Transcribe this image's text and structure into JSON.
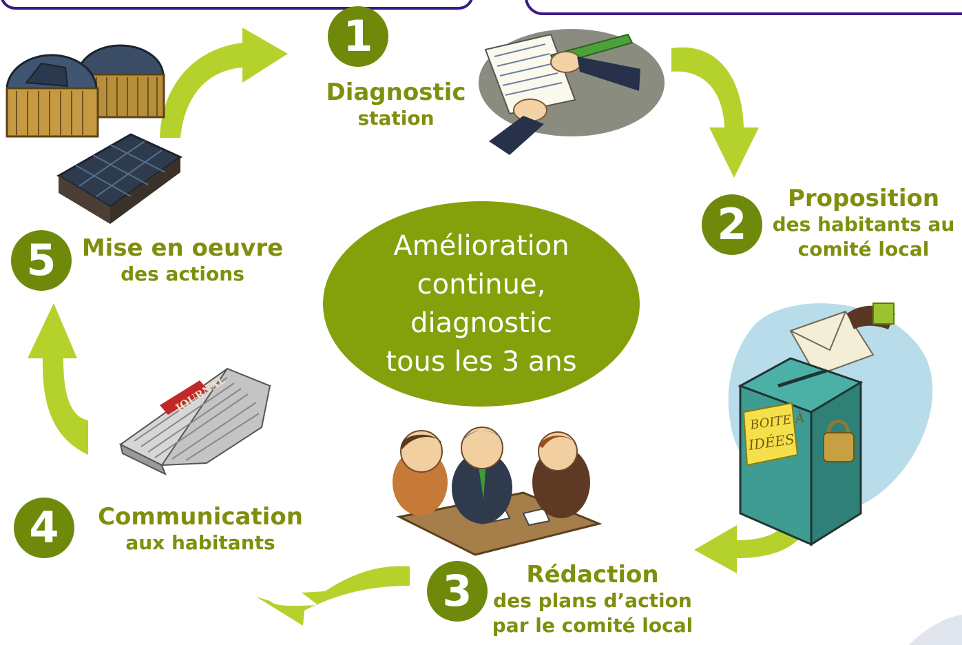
{
  "colors": {
    "accent": "#84a10c",
    "number_circle": "#6f8a0a",
    "arrow": "#b5d22c",
    "frame": "#3a1a86",
    "text": "#7f8f0c"
  },
  "center": {
    "lines": [
      "Amélioration",
      "continue,",
      "diagnostic",
      "tous les 3 ans"
    ]
  },
  "steps": [
    {
      "number": "1",
      "title": "Diagnostic",
      "subtitle": "station"
    },
    {
      "number": "2",
      "title": "Proposition",
      "subtitle_line1": "des habitants au",
      "subtitle_line2": "comité local"
    },
    {
      "number": "3",
      "title": "Rédaction",
      "subtitle_line1": "des plans d’action",
      "subtitle_line2": "par le comité local"
    },
    {
      "number": "4",
      "title": "Communication",
      "subtitle": "aux habitants"
    },
    {
      "number": "5",
      "title": "Mise en oeuvre",
      "subtitle": "des actions"
    }
  ],
  "illustrations": {
    "diagnostic": "diagnostic-writing-illustration",
    "ballot_box": "idea-box-illustration",
    "box_label_line1": "BOITE À",
    "box_label_line2": "IDÉES",
    "meeting": "meeting-illustration",
    "newspaper": "newspaper-illustration",
    "newspaper_label": "JOURNAL",
    "equipment": "station-equipment-illustration"
  }
}
